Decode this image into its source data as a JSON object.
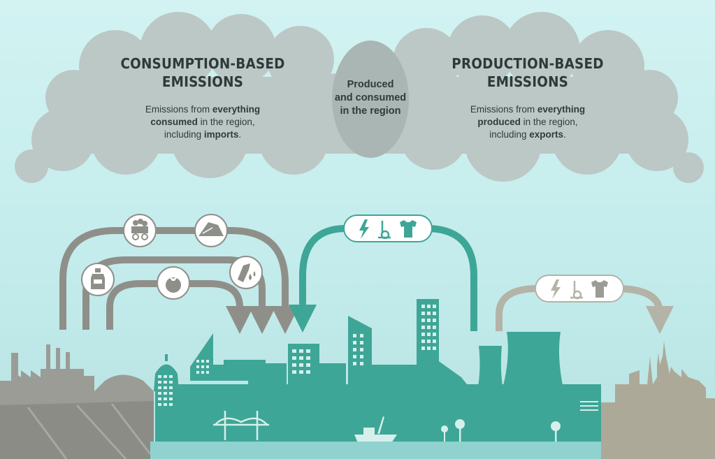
{
  "colors": {
    "cloud": "#bcc8c6",
    "overlap": "#aab6b4",
    "grey_arrow": "#8f8f89",
    "teal": "#3ea697",
    "dark_teal": "#2f9585",
    "industry": "#9c9c96",
    "right_city": "#ada999",
    "water": "#8fd2cf"
  },
  "consumption": {
    "title_line1": "CONSUMPTION-BASED",
    "title_line2": "EMISSIONS",
    "desc_line1_a": "Emissions from ",
    "desc_line1_b": "everything",
    "desc_line2_a": "consumed",
    "desc_line2_b": " in the region,",
    "desc_line3_a": "including ",
    "desc_line3_b": "imports",
    "desc_line3_c": "."
  },
  "overlap": {
    "line1": "Produced",
    "line2": "and consumed",
    "line3": "in the region"
  },
  "production": {
    "title_line1": "PRODUCTION-BASED",
    "title_line2": "EMISSIONS",
    "desc_line1_a": "Emissions from ",
    "desc_line1_b": "everything",
    "desc_line2_a": "produced",
    "desc_line2_b": " in the region,",
    "desc_line3_a": "including ",
    "desc_line3_b": "exports",
    "desc_line3_c": "."
  },
  "icons": {
    "imports": [
      "coal-cart-icon",
      "sand-pile-icon",
      "oil-bottle-icon",
      "fuel-nozzle-icon",
      "tomato-icon"
    ],
    "produced_consumed": [
      "electricity-icon",
      "vacuum-cleaner-icon",
      "t-shirt-icon"
    ],
    "exports": [
      "electricity-icon",
      "vacuum-cleaner-icon",
      "t-shirt-icon"
    ]
  }
}
